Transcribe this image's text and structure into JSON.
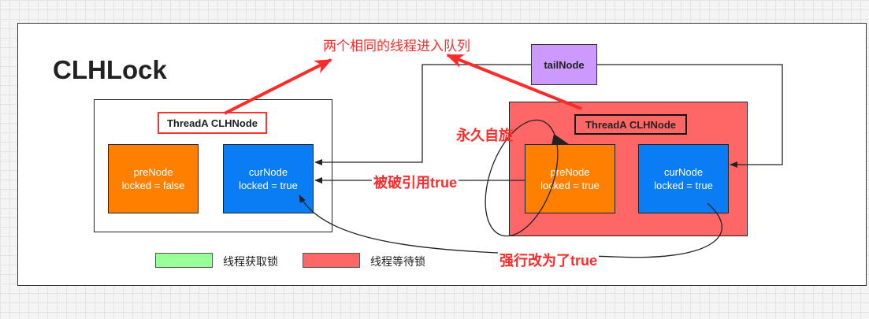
{
  "title": "CLHLock",
  "annotations": {
    "enqueue": "两个相同的线程进入队列",
    "spin": "永久自旋",
    "referenced": "被破引用true",
    "forced": "强行改为了true"
  },
  "tail_node": {
    "label": "tailNode",
    "color": "#cc99ff"
  },
  "left_group": {
    "label": "ThreadA CLHNode",
    "pre_node": {
      "name": "preNode",
      "state": "locked = false"
    },
    "cur_node": {
      "name": "curNode",
      "state": "locked = true"
    }
  },
  "right_group": {
    "label": "ThreadA CLHNode",
    "background": "#ff6666",
    "pre_node": {
      "name": "preNode",
      "state": "locked = true"
    },
    "cur_node": {
      "name": "curNode",
      "state": "locked = true"
    }
  },
  "legend": [
    {
      "label": "线程获取锁",
      "color": "#99ff99"
    },
    {
      "label": "线程等待锁",
      "color": "#ff6666"
    }
  ],
  "colors": {
    "accent_red": "#ff2a2a",
    "orange": "#ff8000",
    "blue": "#0a7cf4"
  }
}
